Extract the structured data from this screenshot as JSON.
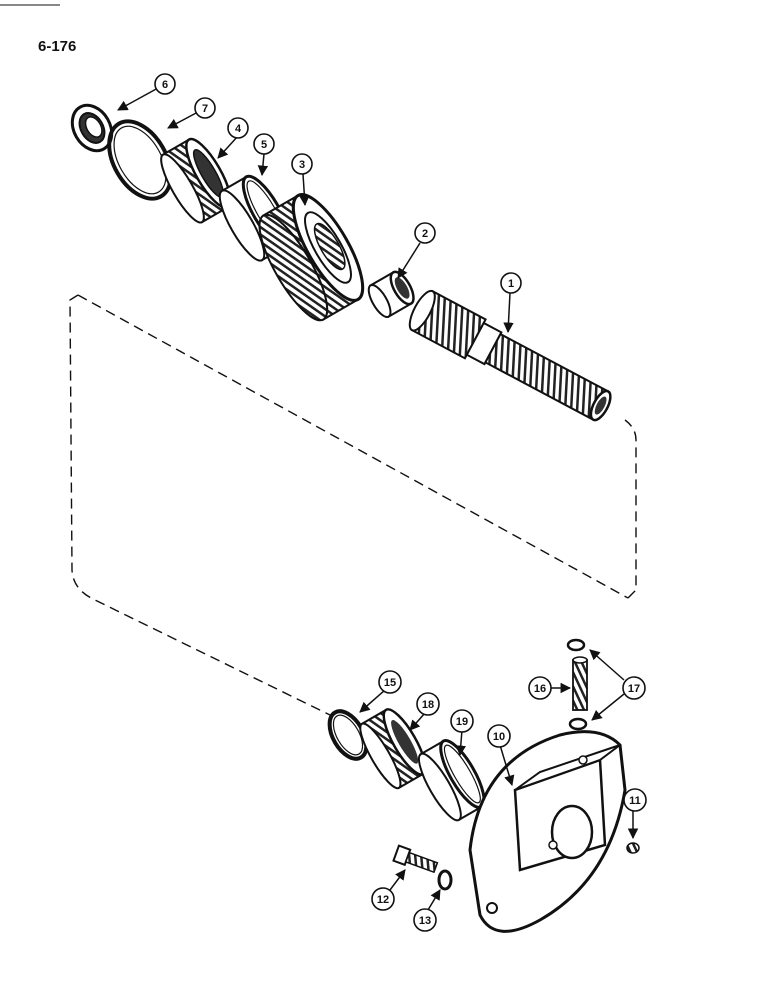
{
  "page": {
    "number": "6-176"
  },
  "callouts": [
    {
      "id": "c1",
      "label": "1"
    },
    {
      "id": "c2",
      "label": "2"
    },
    {
      "id": "c3",
      "label": "3"
    },
    {
      "id": "c4",
      "label": "4"
    },
    {
      "id": "c5",
      "label": "5"
    },
    {
      "id": "c6",
      "label": "6"
    },
    {
      "id": "c7",
      "label": "7"
    },
    {
      "id": "c10",
      "label": "10"
    },
    {
      "id": "c11",
      "label": "11"
    },
    {
      "id": "c12",
      "label": "12"
    },
    {
      "id": "c13",
      "label": "13"
    },
    {
      "id": "c15",
      "label": "15"
    },
    {
      "id": "c16",
      "label": "16"
    },
    {
      "id": "c17",
      "label": "17"
    },
    {
      "id": "c18",
      "label": "18"
    },
    {
      "id": "c19",
      "label": "19"
    }
  ]
}
